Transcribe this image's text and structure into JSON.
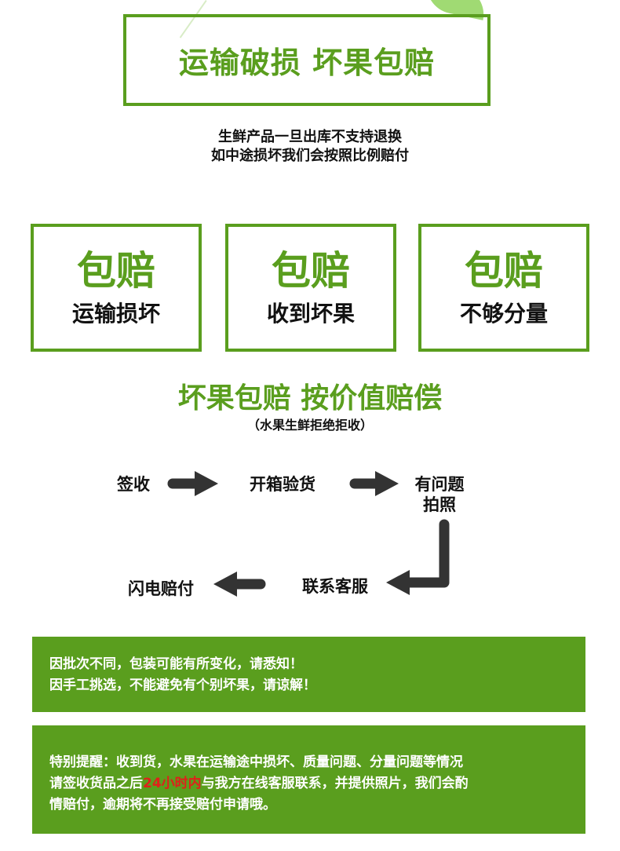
{
  "title": "运输破损 坏果包赔",
  "notice": {
    "line1": "生鲜产品一旦出库不支持退换",
    "line2": "如中途损坏我们会按照比例赔付"
  },
  "cards": [
    {
      "big": "包赔",
      "small": "运输损坏"
    },
    {
      "big": "包赔",
      "small": "收到坏果"
    },
    {
      "big": "包赔",
      "small": "不够分量"
    }
  ],
  "slogan": {
    "main": "坏果包赔 按价值赔偿",
    "sub": "（水果生鲜拒绝拒收）"
  },
  "steps": {
    "sign": "签收",
    "unbox": "开箱验货",
    "photo_line1": "有问题",
    "photo_line2": "拍照",
    "contact": "联系客服",
    "payout": "闪电赔付"
  },
  "banner1": {
    "line1": "因批次不同，包装可能有所变化，请悉知！",
    "line2": "因手工挑选，不能避免有个别坏果，请谅解！"
  },
  "banner2": {
    "line1": "特别提醒：收到货，水果在运输途中损坏、质量问题、分量问题等情况",
    "line2_before": "请签收货品之后",
    "line2_highlight": "24小时内",
    "line2_after": "与我方在线客服联系，并提供照片，我们会酌",
    "line3": "情赔付，逾期将不再接受赔付申请哦。"
  },
  "colors": {
    "brand_green": "#5a9e1e",
    "highlight_red": "#e0201a",
    "arrow": "#333333"
  }
}
